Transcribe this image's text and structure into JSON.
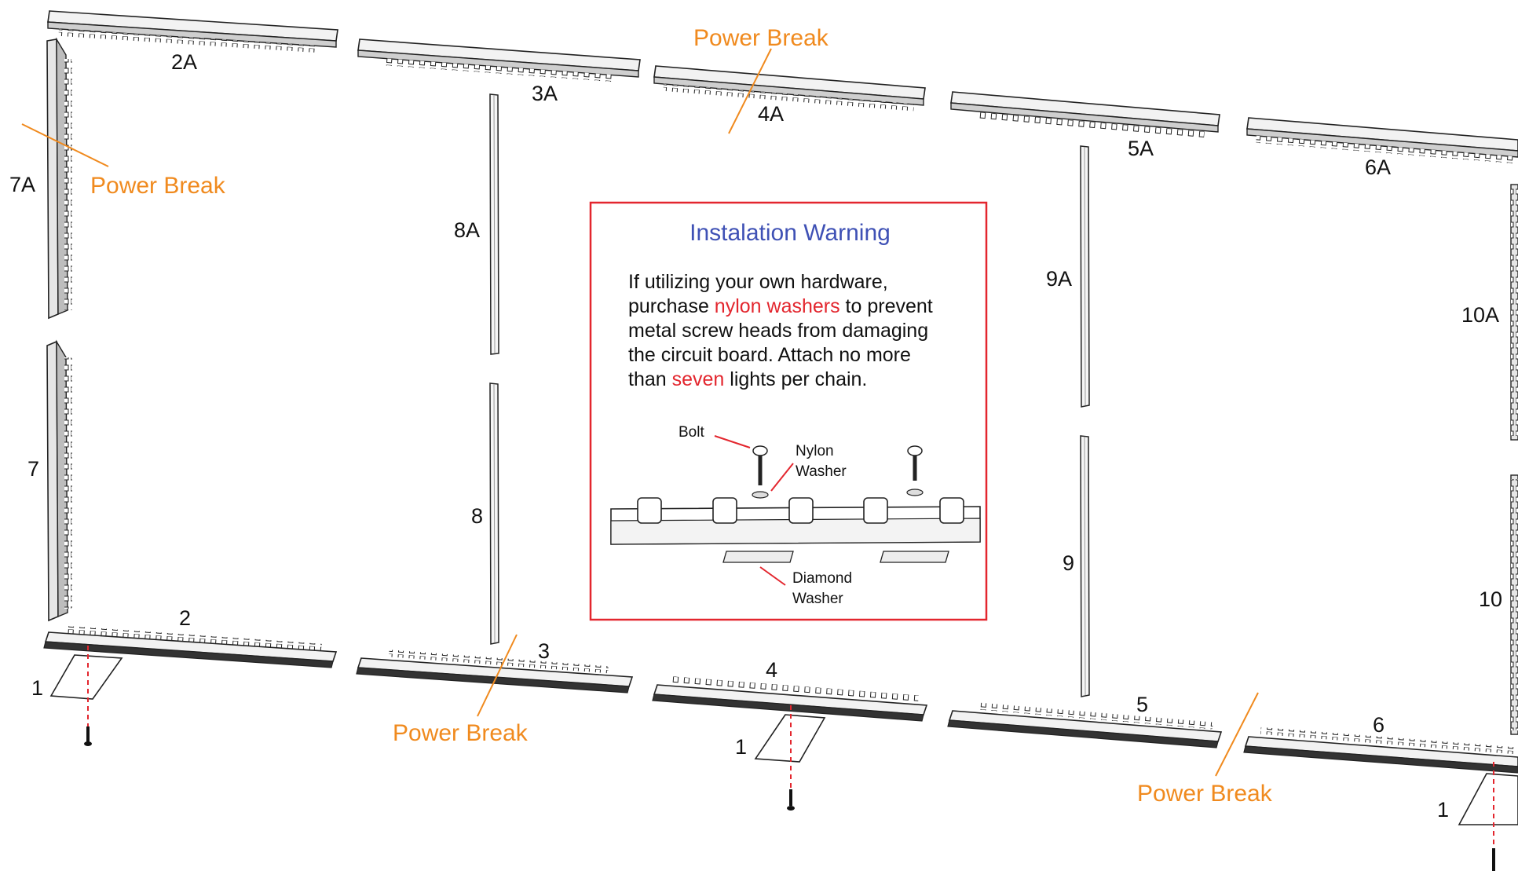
{
  "labels": {
    "p2A": "2A",
    "p3A": "3A",
    "p4A": "4A",
    "p5A": "5A",
    "p6A": "6A",
    "p7A": "7A",
    "p8A": "8A",
    "p9A": "9A",
    "p10A": "10A",
    "p7": "7",
    "p8": "8",
    "p9": "9",
    "p10": "10",
    "p2": "2",
    "p3": "3",
    "p4": "4",
    "p5": "5",
    "p6": "6",
    "base1a": "1",
    "base1b": "1",
    "base1c": "1"
  },
  "power_break": {
    "top": "Power Break",
    "left": "Power Break",
    "bottom_left": "Power Break",
    "bottom_right": "Power Break"
  },
  "warning": {
    "title": "Instalation Warning",
    "line1": "If utilizing your own hardware,",
    "line2_a": "purchase ",
    "line2_red": "nylon washers",
    "line2_b": " to prevent",
    "line3": "metal screw heads from damaging",
    "line4": "the circuit board. Attach no more",
    "line5_a": "than ",
    "line5_red": "seven",
    "line5_b": " lights per chain.",
    "bolt": "Bolt",
    "nylon1": "Nylon",
    "nylon2": "Washer",
    "diamond1": "Diamond",
    "diamond2": "Washer"
  },
  "colors": {
    "power_break": "#f08a1e",
    "warning_border": "#e3262e",
    "warning_title": "#3f51b5",
    "highlight": "#e3262e"
  }
}
